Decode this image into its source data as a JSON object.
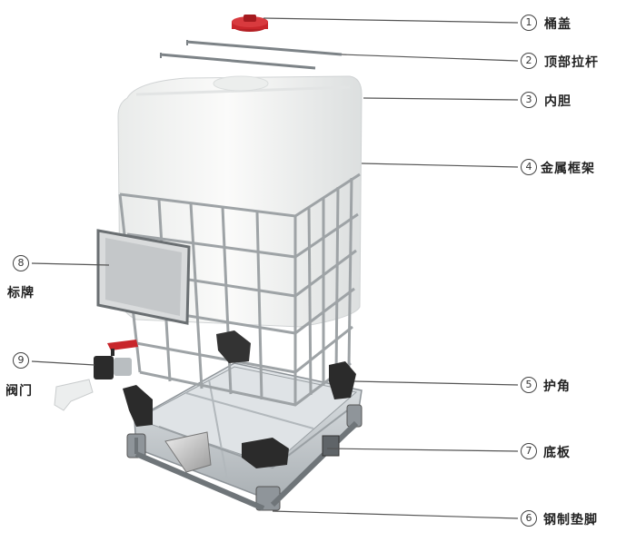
{
  "parts": [
    {
      "id": "cap",
      "number": "1",
      "label": "桶盖"
    },
    {
      "id": "top-bar",
      "number": "2",
      "label": "顶部拉杆"
    },
    {
      "id": "inner-tank",
      "number": "3",
      "label": "内胆"
    },
    {
      "id": "metal-frame",
      "number": "4",
      "label": "金属框架"
    },
    {
      "id": "corner-guard",
      "number": "5",
      "label": "护角"
    },
    {
      "id": "steel-feet",
      "number": "6",
      "label": "钢制垫脚"
    },
    {
      "id": "base-plate",
      "number": "7",
      "label": "底板"
    },
    {
      "id": "nameplate",
      "number": "8",
      "label": "标牌"
    },
    {
      "id": "valve",
      "number": "9",
      "label": "阀门"
    }
  ],
  "colors": {
    "tank": "#f4f5f3",
    "frame": "#9ea3a6",
    "pallet": "#c9ced1",
    "guard": "#2b2b2b",
    "cap": "#c8262b",
    "leader": "#555555"
  }
}
